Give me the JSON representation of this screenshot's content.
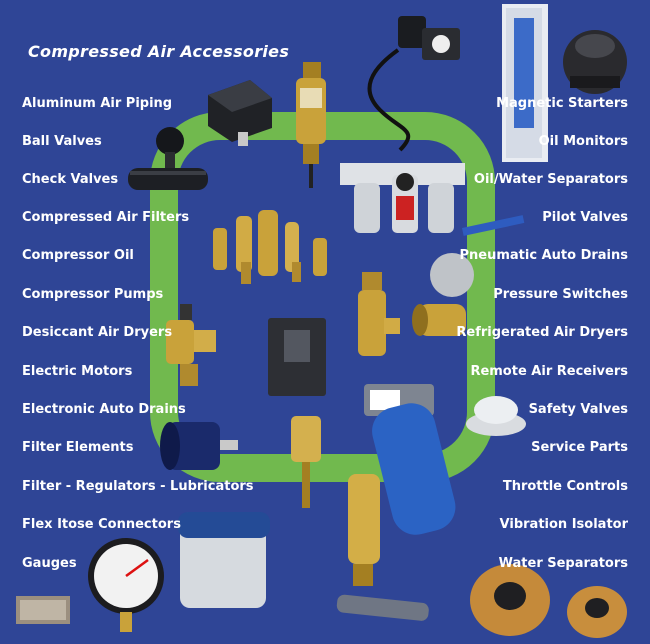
{
  "title": "Compressed Air Accessories",
  "left_items": [
    "Aluminum Air Piping",
    "Ball Valves",
    "Check Valves",
    "Compressed Air Filters",
    "Compressor Oil",
    "Compressor Pumps",
    "Desiccant Air Dryers",
    "Electric Motors",
    "Electronic Auto Drains",
    "Filter Elements",
    "Filter - Regulators - Lubricators",
    "Flex Itose Connectors",
    "Gauges"
  ],
  "right_items": [
    "Magnetic Starters",
    "Oil Monitors",
    "Oil/Water Separators",
    "Pilot Valves",
    "Pneumatic Auto Drains",
    "Pressure Switches",
    "Refrigerated Air Dryers",
    "Remote Air Receivers",
    "Safety Valves",
    "Service Parts",
    "Throttle Controls",
    "Vibration Isolator",
    "Water Separators"
  ],
  "colors": {
    "background": "#2f4596",
    "ring": "#71b94e",
    "text": "#ffffff",
    "brass": "#c9a23a",
    "steel": "#b9bcc2",
    "dark": "#1d1f24",
    "filter_blue": "#2b63c4"
  },
  "icons": [
    "check-valve-icon",
    "pressure-switch-icon",
    "safety-valve-icon",
    "timer-drain-icon",
    "refrigerated-dryer-icon",
    "vibration-mount-icon",
    "frl-unit-icon",
    "brass-valves-icon",
    "ball-valve-icon",
    "pilot-valve-icon",
    "control-box-icon",
    "throttle-valve-icon",
    "motor-icon",
    "filter-housing-icon",
    "isolator-icon",
    "brass-check-valve-icon",
    "water-separator-icon",
    "gauge-icon",
    "flex-hose-icon",
    "filter-element-icon",
    "piping-sample-icon"
  ]
}
